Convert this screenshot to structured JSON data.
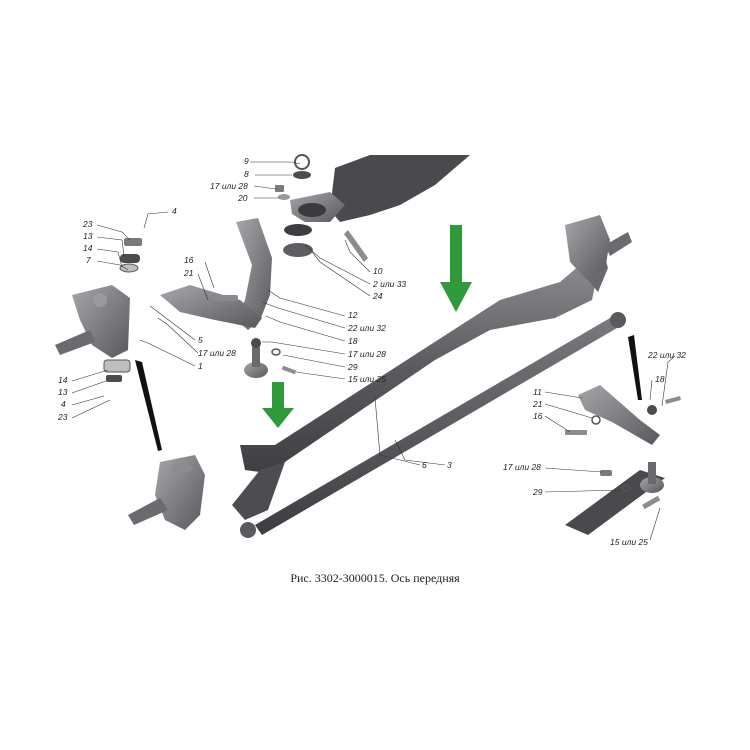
{
  "caption": "Рис. 3302-3000015. Ось передняя",
  "arrow_color": "#2e9a3a",
  "part_color": "#5e5e61",
  "callouts": {
    "c9": "9",
    "c8": "8",
    "c17a": "17 или 28",
    "c20": "20",
    "c4a": "4",
    "c23a": "23",
    "c13a": "13",
    "c14a": "14",
    "c7": "7",
    "c16a": "16",
    "c21a": "21",
    "c5": "5",
    "c17b": "17 или 28",
    "c1": "1",
    "c14b": "14",
    "c13b": "13",
    "c4b": "4",
    "c23b": "23",
    "c10": "10",
    "c2": "2 или 33",
    "c24": "24",
    "c12": "12",
    "c22a": "22 или 32",
    "c18a": "18",
    "c17c": "17 или 28",
    "c29a": "29",
    "c15a": "15 или 25",
    "c22b": "22 или 32",
    "c18b": "18",
    "c11": "11",
    "c21b": "21",
    "c16b": "16",
    "c6": "6",
    "c3": "3",
    "c17d": "17 или 28",
    "c29b": "29",
    "c15b": "15 или 25"
  }
}
